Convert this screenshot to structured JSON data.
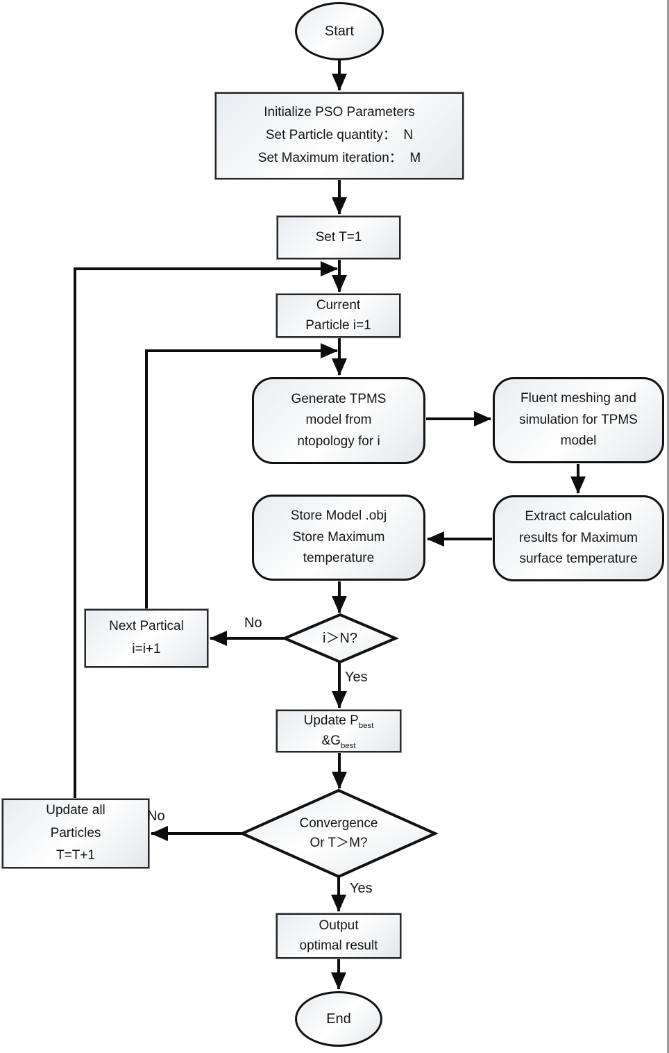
{
  "nodes": {
    "start": {
      "label": "Start"
    },
    "init": {
      "line1": "Initialize PSO Parameters",
      "line2": "Set Particle quantity：  N",
      "line3": "Set Maximum iteration：  M"
    },
    "set_t": {
      "label": "Set T=1"
    },
    "current": {
      "line1": "Current",
      "line2": "Particle i=1"
    },
    "generate": {
      "line1": "Generate TPMS",
      "line2": "model from",
      "line3": "ntopology for i"
    },
    "fluent": {
      "line1": "Fluent meshing and",
      "line2": "simulation for TPMS",
      "line3": "model"
    },
    "store": {
      "line1": "Store Model .obj",
      "line2": "Store Maximum",
      "line3": "temperature"
    },
    "extract": {
      "line1": "Extract calculation",
      "line2": "results for Maximum",
      "line3": "surface temperature"
    },
    "d1": {
      "label": "i＞N?"
    },
    "next": {
      "line1": "Next Partical",
      "line2": "i=i+1"
    },
    "update_best": {
      "line1_main": "Update P",
      "line1_sub": "best",
      "line2_main": "&G",
      "line2_sub": "best"
    },
    "d2": {
      "line1": "Convergence",
      "line2": "Or T＞M?"
    },
    "update_all": {
      "line1": "Update all",
      "line2": "Particles",
      "line3": "T=T+1"
    },
    "output": {
      "line1": "Output",
      "line2": "optimal result"
    },
    "end": {
      "label": "End"
    }
  },
  "edge_labels": {
    "no_d1": "No",
    "yes_d1": "Yes",
    "no_d2": "No",
    "yes_d2": "Yes"
  },
  "colors": {
    "edge_stroke": "#0d0d0d",
    "node_border": "#1a1a1a",
    "fill_light": "#ffffff",
    "fill_shade": "#e9ecef",
    "right_frame": "#9b9b9b"
  }
}
